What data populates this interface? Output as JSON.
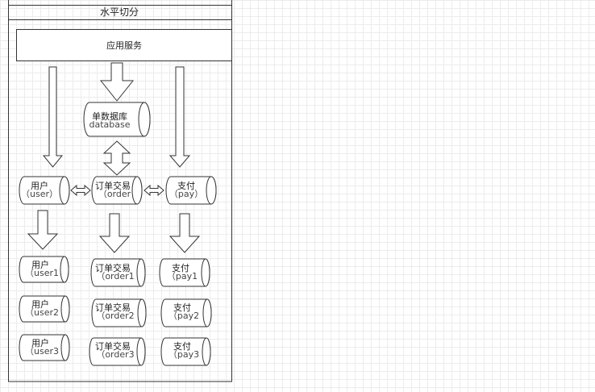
{
  "diagram": {
    "title": "水平切分",
    "app_service": "应用服务",
    "database": {
      "line1": "单数据库",
      "line2": "database"
    },
    "services": {
      "user": {
        "line1": "用户",
        "line2": "（user）"
      },
      "order": {
        "line1": "订单交易",
        "line2": "（order"
      },
      "pay": {
        "line1": "支付",
        "line2": "（pay）"
      }
    },
    "shards": {
      "user": [
        {
          "line1": "用户",
          "line2": "（user1"
        },
        {
          "line1": "用户",
          "line2": "（user2"
        },
        {
          "line1": "用户",
          "line2": "（user3"
        }
      ],
      "order": [
        {
          "line1": "订单交易",
          "line2": "（order1"
        },
        {
          "line1": "订单交易",
          "line2": "（order2"
        },
        {
          "line1": "订单交易",
          "line2": "（order3"
        }
      ],
      "pay": [
        {
          "line1": "支付",
          "line2": "（pay1"
        },
        {
          "line1": "支付",
          "line2": "（pay2"
        },
        {
          "line1": "支付",
          "line2": "（pay3"
        }
      ]
    }
  }
}
